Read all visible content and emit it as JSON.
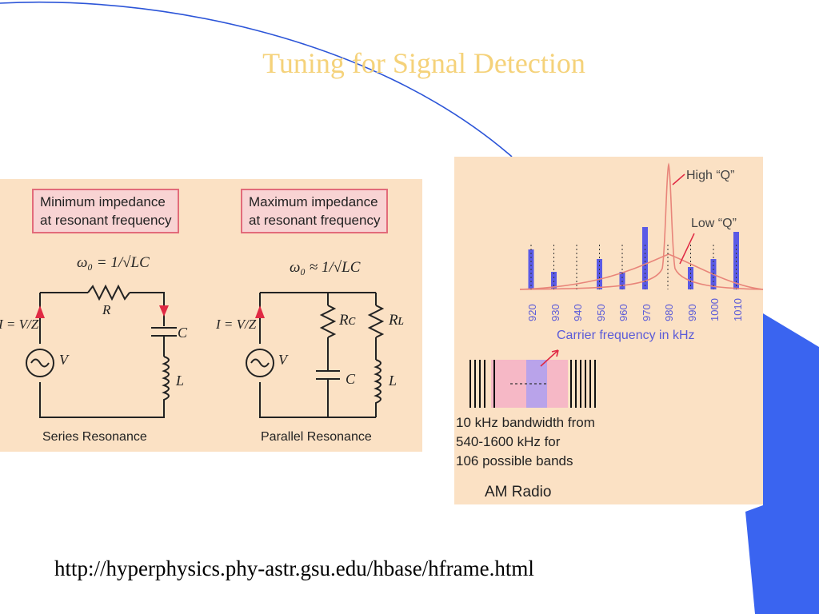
{
  "slide": {
    "title": "Tuning for Signal Detection",
    "url": "http://hyperphysics.phy-astr.gsu.edu/hbase/hframe.html"
  },
  "series_circuit": {
    "box_line1": "Minimum impedance",
    "box_line2": "at resonant frequency",
    "omega": "ω₀ = 1/√LC",
    "current_label": "I = V/Z",
    "source_label": "V",
    "resistor_label": "R",
    "capacitor_label": "C",
    "inductor_label": "L",
    "caption": "Series Resonance"
  },
  "parallel_circuit": {
    "box_line1": "Maximum impedance",
    "box_line2": "at resonant frequency",
    "omega": "ω₀ ≈ 1/√LC",
    "current_label": "I = V/Z",
    "source_label": "V",
    "rc_label": "Rᴄ",
    "rl_label": "Rʟ",
    "capacitor_label": "C",
    "inductor_label": "L",
    "caption": "Parallel Resonance"
  },
  "am_radio": {
    "frequencies": [
      "920",
      "930",
      "940",
      "950",
      "960",
      "970",
      "980",
      "990",
      "1000",
      "1010"
    ],
    "axis_label": "Carrier frequency in kHz",
    "high_q_label": "High “Q”",
    "low_q_label": "Low “Q”",
    "note_line1": "10 kHz bandwidth from",
    "note_line2": "540-1600 kHz for",
    "note_line3": "106 possible bands",
    "caption": "AM Radio",
    "colors": {
      "bar": "#5a5ae6",
      "curve": "#e8857a",
      "band": "#f6b8c6",
      "band_highlight": "#b9a3ea"
    }
  }
}
